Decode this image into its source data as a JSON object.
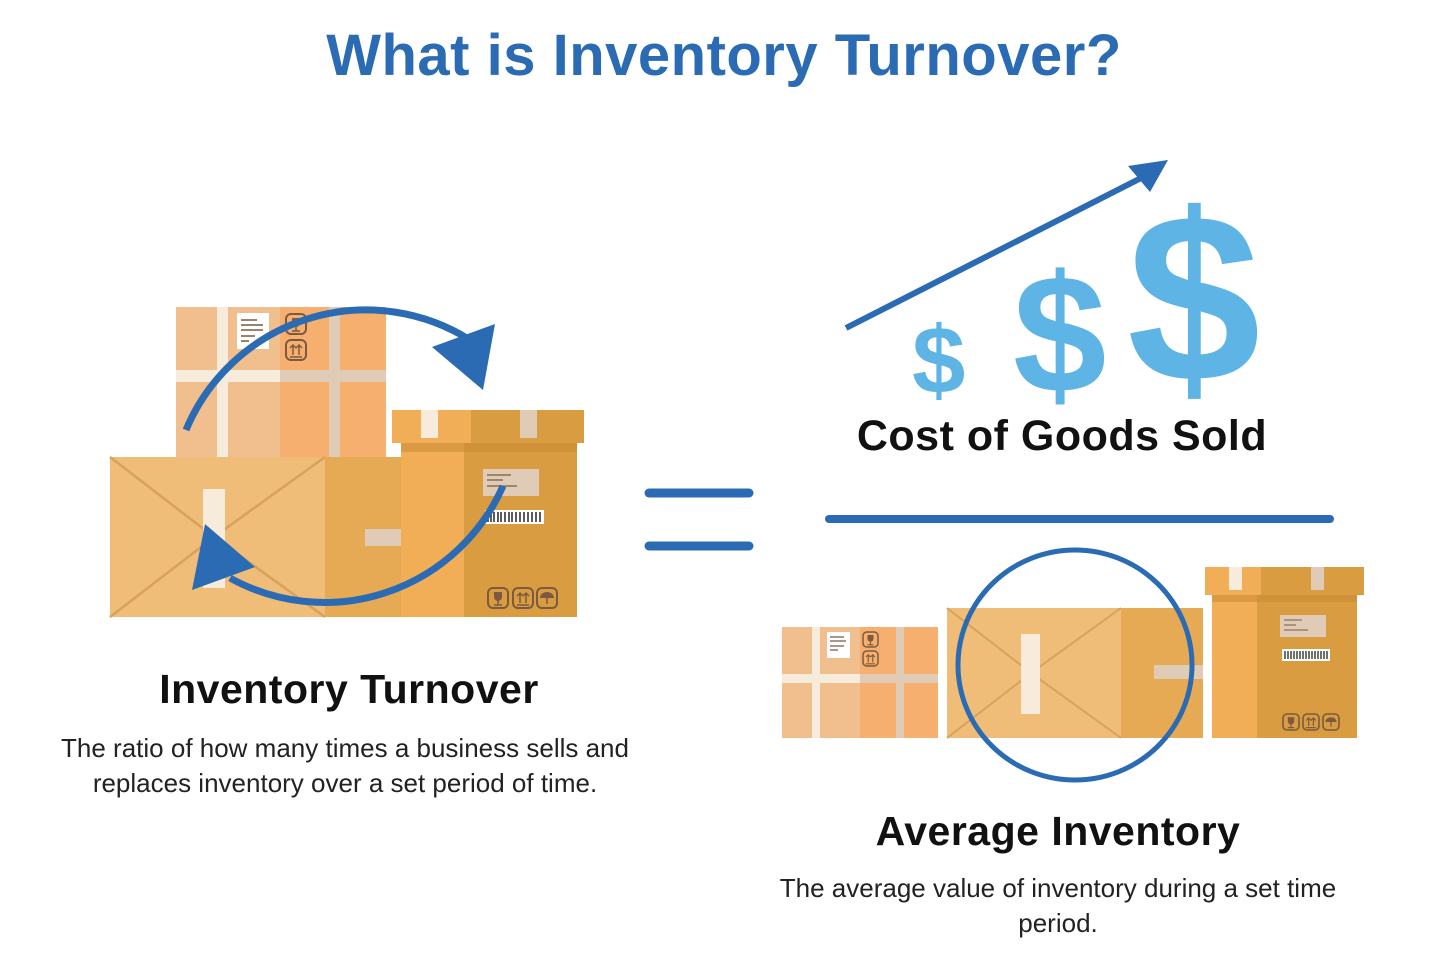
{
  "title": "What is Inventory Turnover?",
  "left": {
    "heading": "Inventory Turnover",
    "description": "The ratio of how many times a business sells and replaces inventory over a set period of time."
  },
  "numerator": {
    "label": "Cost of Goods Sold",
    "symbols": [
      "$",
      "$",
      "$"
    ]
  },
  "denominator": {
    "heading": "Average Inventory",
    "description": "The average value of inventory during a set time period."
  },
  "colors": {
    "blue": "#2B6BB3",
    "light_blue": "#5DB4E5",
    "box_light": "#F1BE8E",
    "box_orange": "#F6AF6E",
    "box_tan": "#F0BD78",
    "box_dark": "#D99C40"
  }
}
